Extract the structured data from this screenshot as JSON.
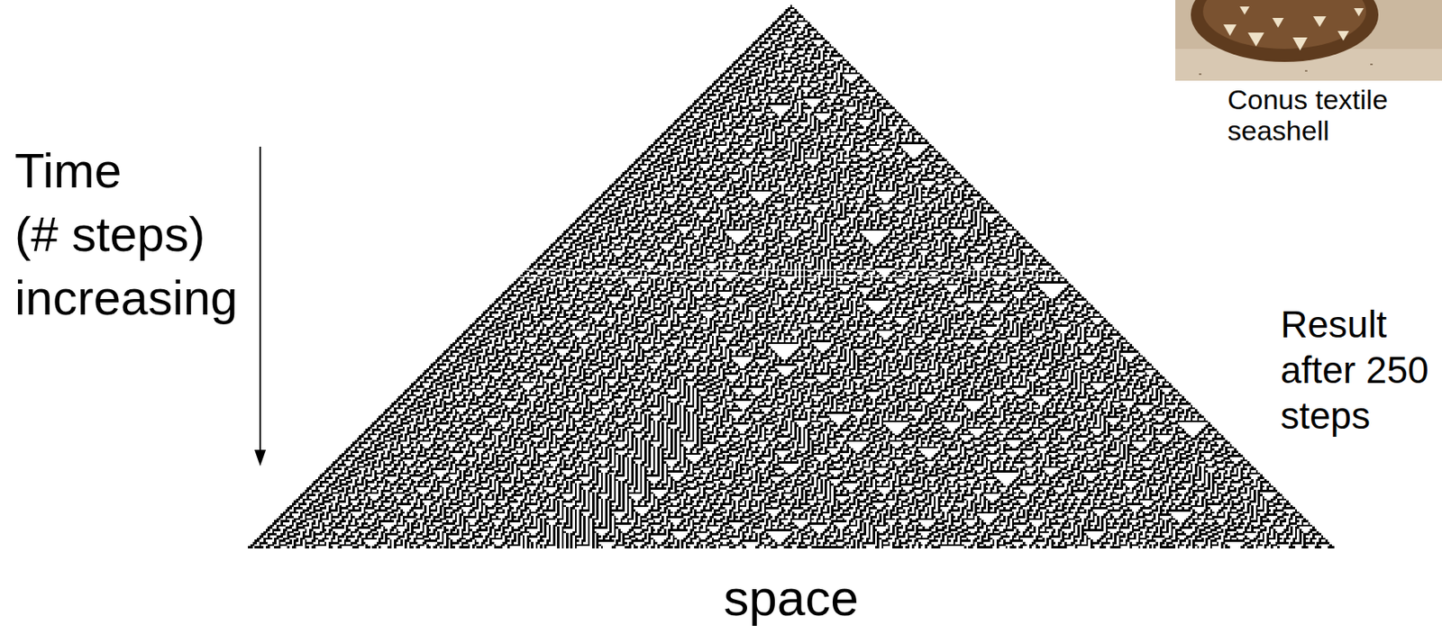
{
  "diagram": {
    "labels": [
      "Time (# steps) increasing",
      "space",
      "Result after 250 steps",
      "Conus textile seashell"
    ]
  }
}
